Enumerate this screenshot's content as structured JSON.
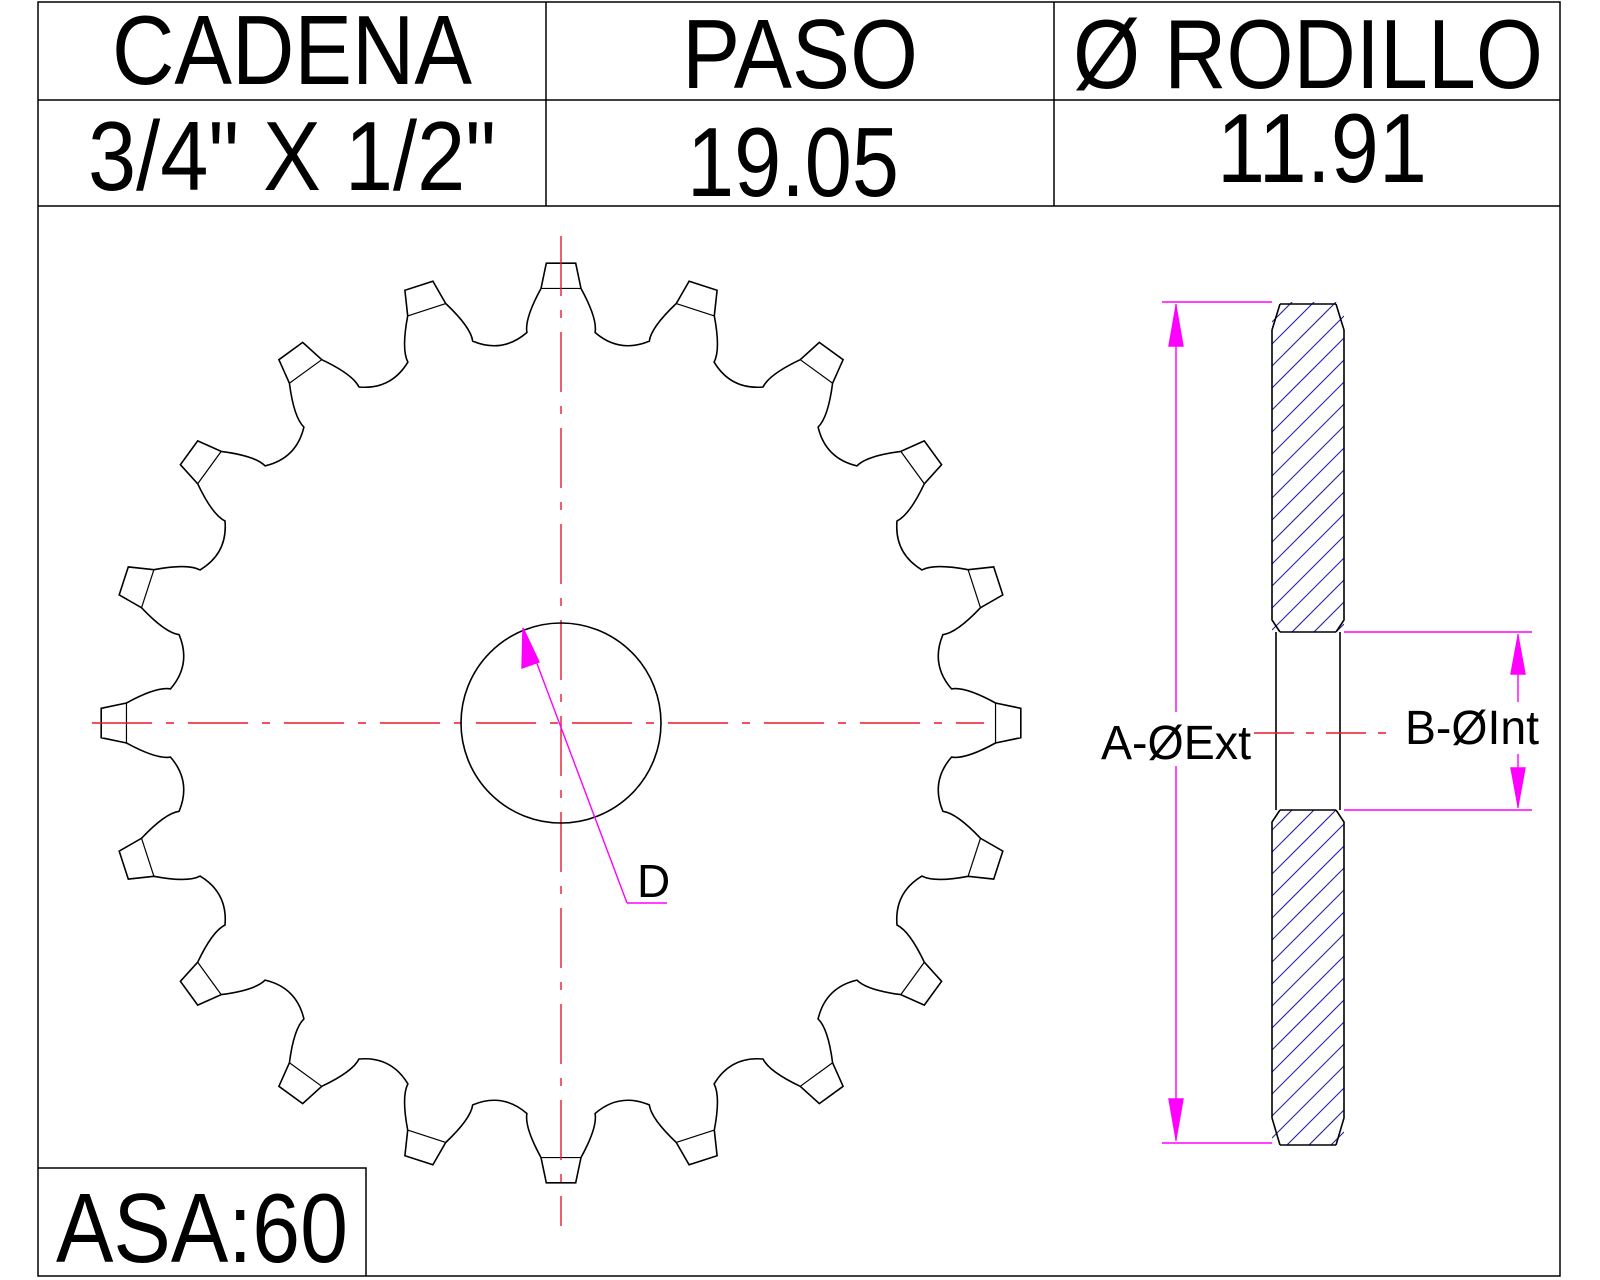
{
  "table": {
    "headers": [
      "CADENA",
      "PASO",
      "Ø RODILLO"
    ],
    "values": [
      "3/4\" X 1/2\"",
      "19.05",
      "11.91"
    ]
  },
  "sprocket": {
    "teeth": 20,
    "bore_label": "D"
  },
  "side_view": {
    "outer_label": "A-ØExt",
    "inner_label": "B-ØInt"
  },
  "standard": "ASA:60",
  "colors": {
    "outline": "#000000",
    "centerline": "#e8192f",
    "dimension": "#ff00ff",
    "hatch": "#2222aa"
  }
}
